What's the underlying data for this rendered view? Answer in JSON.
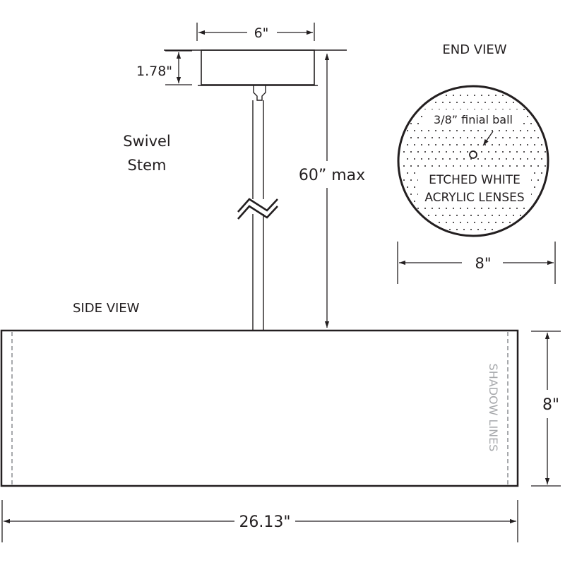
{
  "canopy": {
    "width_label": "6\"",
    "height_label": "1.78\""
  },
  "stem": {
    "label_line1": "Swivel",
    "label_line2": "Stem",
    "length_label": "60” max"
  },
  "end_view": {
    "title": "END VIEW",
    "finial_label": "3/8” finial ball",
    "lens_line1": "ETCHED WHITE",
    "lens_line2": "ACRYLIC LENSES",
    "diameter_label": "8\""
  },
  "side_view": {
    "title": "SIDE VIEW",
    "shadow_label": "SHADOW LINES",
    "height_label": "8\"",
    "length_label": "26.13\""
  },
  "colors": {
    "ink": "#231f20",
    "shadow_lines": "#a7a9ac"
  }
}
